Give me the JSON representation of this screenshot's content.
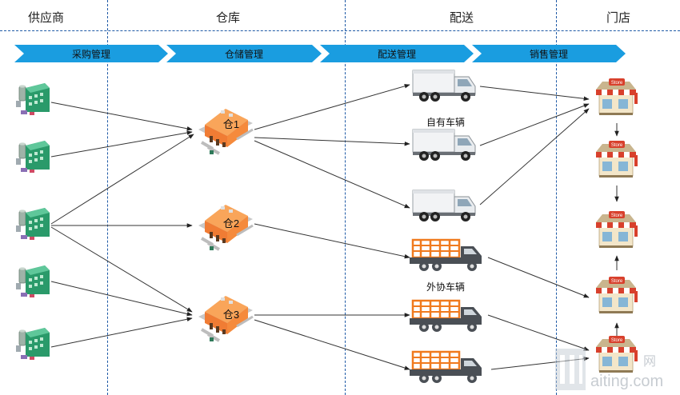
{
  "columns": [
    {
      "title": "供应商"
    },
    {
      "title": "仓库"
    },
    {
      "title": "配送"
    },
    {
      "title": "门店"
    }
  ],
  "process_bar": [
    {
      "label": "采购管理"
    },
    {
      "label": "仓储管理"
    },
    {
      "label": "配送管理"
    },
    {
      "label": "销售管理"
    }
  ],
  "warehouses": [
    {
      "label": "仓1"
    },
    {
      "label": "仓2"
    },
    {
      "label": "仓3"
    }
  ],
  "vehicle_groups": {
    "own": "自有车辆",
    "outsourced": "外协车辆"
  },
  "store_sign": "Store",
  "watermark": {
    "cn": "网",
    "latin": "aiting.com"
  },
  "colors": {
    "accent_blue": "#1a9de0",
    "divider": "#1f5aa6",
    "warehouse_orange": "#f58a3c",
    "factory_green": "#2a9a6a",
    "truck_orange": "#f07a1e",
    "store_awning": "#d8402c"
  }
}
